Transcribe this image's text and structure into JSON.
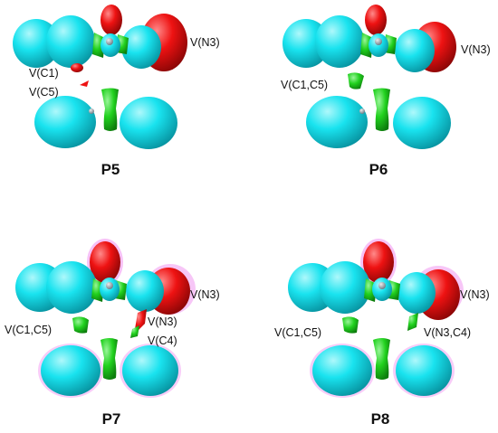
{
  "colors": {
    "cyan": "#19e3ef",
    "cyan_dark": "#0aa9b3",
    "green": "#21d11e",
    "green_dark": "#109a10",
    "red": "#ee1212",
    "red_dark": "#a40909",
    "pink_glow": "#f08ef0"
  },
  "panels": [
    {
      "title": "P5",
      "labels": [
        "V(N3)",
        "V(C1)",
        "V(C5)"
      ]
    },
    {
      "title": "P6",
      "labels": [
        "V(N3)",
        "V(C1,C5)"
      ]
    },
    {
      "title": "P7",
      "labels": [
        "V(N3)",
        "V(C1,C5)",
        "V(N3)",
        "V(C4)"
      ]
    },
    {
      "title": "P8",
      "labels": [
        "V(N3)",
        "V(C1,C5)",
        "V(N3,C4)"
      ]
    }
  ]
}
